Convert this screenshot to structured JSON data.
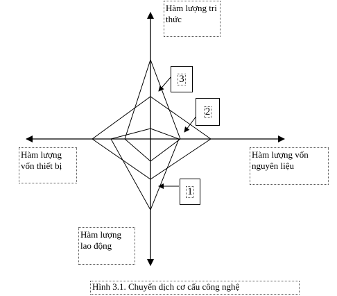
{
  "axes": {
    "top": "Hàm lượng tri thức",
    "right": "Hàm lượng vốn nguyên liệu",
    "left": "Hàm lượng vốn thiết bị",
    "bottom": "Hàm lượng lao động"
  },
  "markers": [
    "1",
    "2",
    "3"
  ],
  "caption": "Hình 3.1. Chuyển dịch cơ cấu công nghệ"
}
